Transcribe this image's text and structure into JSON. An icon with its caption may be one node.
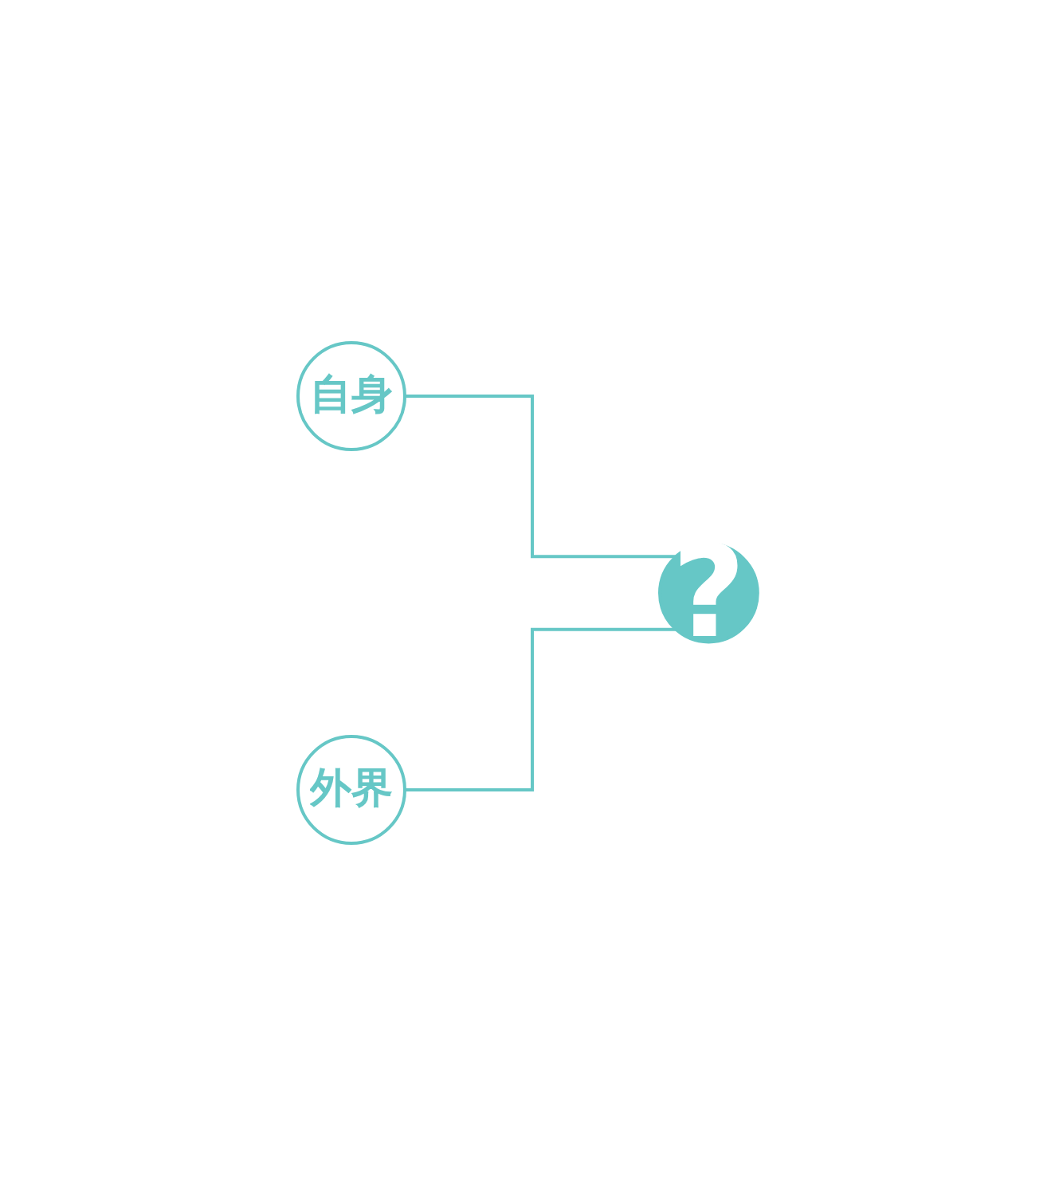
{
  "diagram": {
    "nodes": [
      {
        "text": [
          "自身"
        ]
      },
      {
        "text": [
          "外界"
        ]
      },
      {
        "text": [
          "?"
        ]
      }
    ],
    "edges": [
      {
        "from": 0,
        "to": 2,
        "arrow": "none"
      },
      {
        "from": 1,
        "to": 2,
        "arrow": "none"
      }
    ]
  }
}
